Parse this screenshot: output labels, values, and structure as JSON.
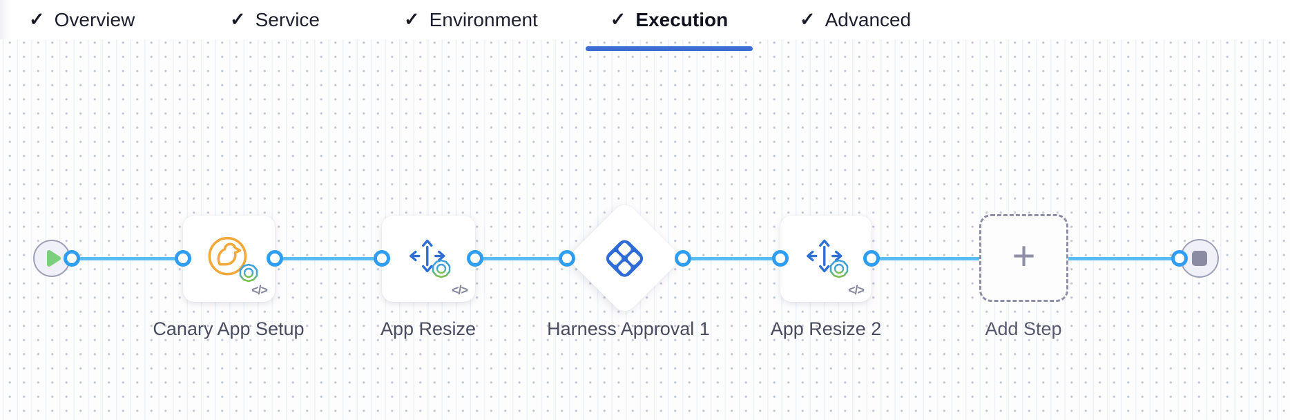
{
  "header": {
    "tabs": [
      {
        "label": "Overview",
        "checked": true,
        "active": false
      },
      {
        "label": "Service",
        "checked": true,
        "active": false
      },
      {
        "label": "Environment",
        "checked": true,
        "active": false
      },
      {
        "label": "Execution",
        "checked": true,
        "active": true
      },
      {
        "label": "Advanced",
        "checked": true,
        "active": false
      }
    ],
    "active_tab": "Execution"
  },
  "icons": {
    "check": "✓",
    "plus": "+",
    "code_badge": "</>"
  },
  "pipeline": {
    "start": {
      "icon": "play-icon"
    },
    "end": {
      "icon": "stop-icon"
    },
    "steps": [
      {
        "label": "Canary App Setup",
        "icon": "canary-icon",
        "type": "step"
      },
      {
        "label": "App Resize",
        "icon": "resize-arrows-icon",
        "type": "step"
      },
      {
        "label": "Harness Approval 1",
        "icon": "harness-logo-icon",
        "type": "approval"
      },
      {
        "label": "App Resize 2",
        "icon": "resize-arrows-icon",
        "type": "step"
      },
      {
        "label": "Add Step",
        "icon": "plus-icon",
        "type": "add-placeholder"
      }
    ]
  },
  "colors": {
    "accent_underline": "#3d6cd2",
    "flow_line": "#59bdf4",
    "connector_ring": "#2f9df1",
    "step_icon_blue": "#2d6fd3",
    "harness_logo_blue": "#2e6bd6",
    "canary_orange": "#f2a93c",
    "play_green": "#7ccf7c",
    "stop_gray": "#8b8ca4",
    "label_text": "#494c5f"
  }
}
